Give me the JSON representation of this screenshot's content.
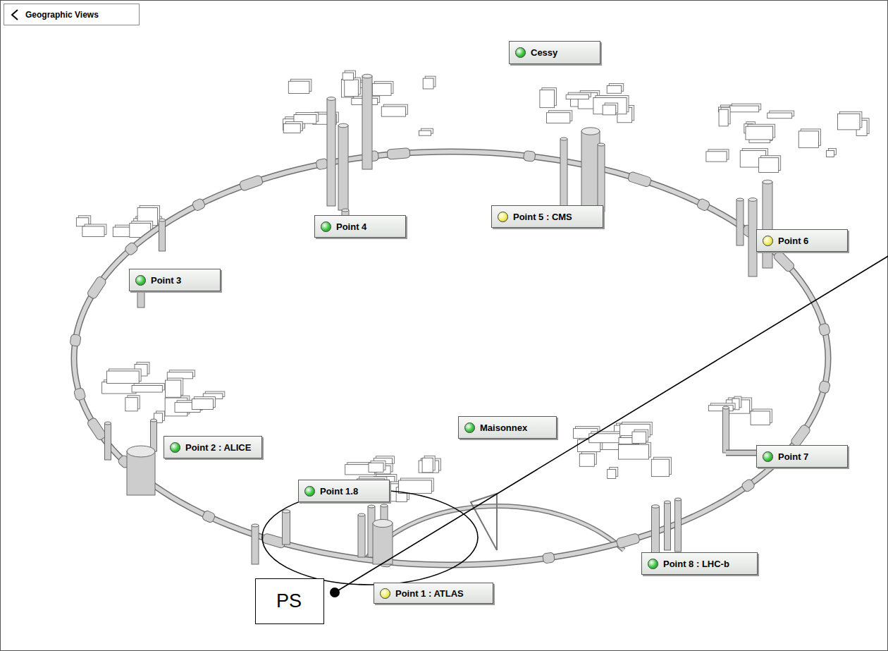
{
  "diagram": {
    "nodes": [
      {
        "text": [
          "Geographic Views"
        ]
      },
      {
        "text": [
          "Cessy"
        ]
      },
      {
        "text": [
          "Point 4"
        ]
      },
      {
        "text": [
          "Point 5 : CMS"
        ]
      },
      {
        "text": [
          "Point 6"
        ]
      },
      {
        "text": [
          "Point 3"
        ]
      },
      {
        "text": [
          "Point 2 : ALICE"
        ]
      },
      {
        "text": [
          "Maisonnex"
        ]
      },
      {
        "text": [
          "Point 7"
        ]
      },
      {
        "text": [
          "Point 1.8"
        ]
      },
      {
        "text": [
          "Point 8 : LHC-b"
        ]
      },
      {
        "text": [
          "PS"
        ]
      },
      {
        "text": [
          "Point 1 : ATLAS"
        ]
      }
    ]
  }
}
